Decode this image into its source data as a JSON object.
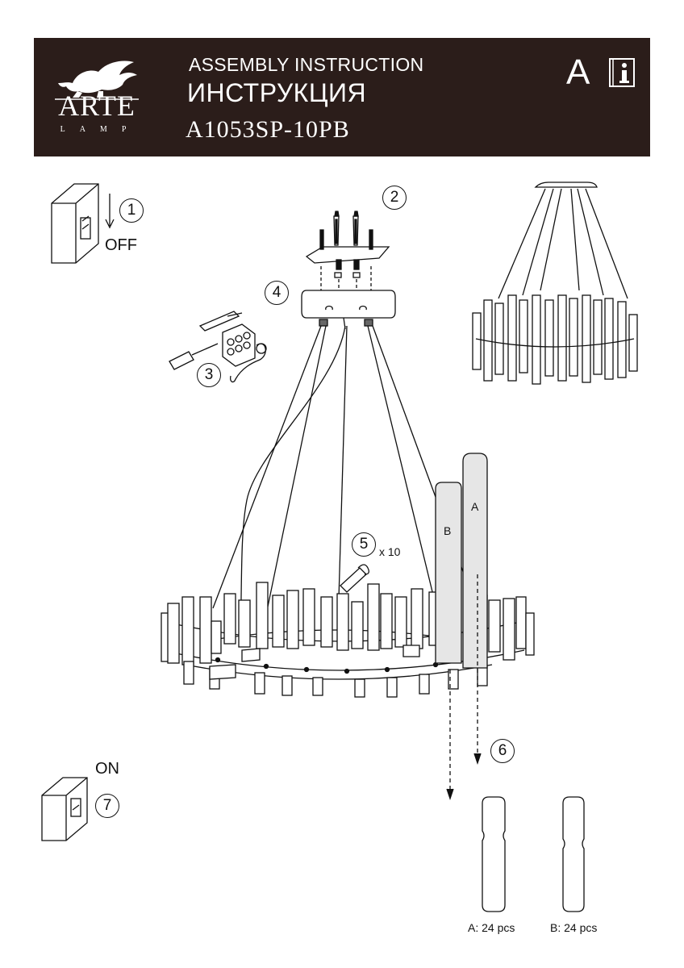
{
  "header": {
    "brand": "ARTE",
    "brand_sub": "LAMP",
    "title_en": "ASSEMBLY INSTRUCTION",
    "title_ru": "ИНСТРУКЦИЯ",
    "model": "A1053SP-10PB",
    "section_letter": "A"
  },
  "steps": {
    "s1": "1",
    "s2": "2",
    "s3": "3",
    "s4": "4",
    "s5": "5",
    "s6": "6",
    "s7": "7"
  },
  "labels": {
    "off": "OFF",
    "on": "ON",
    "bulbs_qty": "x 10",
    "panel_a": "A",
    "panel_b": "B",
    "qty_a": "A: 24 pcs",
    "qty_b": "B: 24 pcs"
  },
  "icons": {
    "logo": "griffin-logo-icon",
    "manual": "info-book-icon",
    "switch": "wall-switch-icon"
  },
  "colors": {
    "header_bg": "#2b1d1a",
    "header_text": "#ffffff",
    "line": "#111111",
    "panel_fill": "#e6e6e6"
  }
}
